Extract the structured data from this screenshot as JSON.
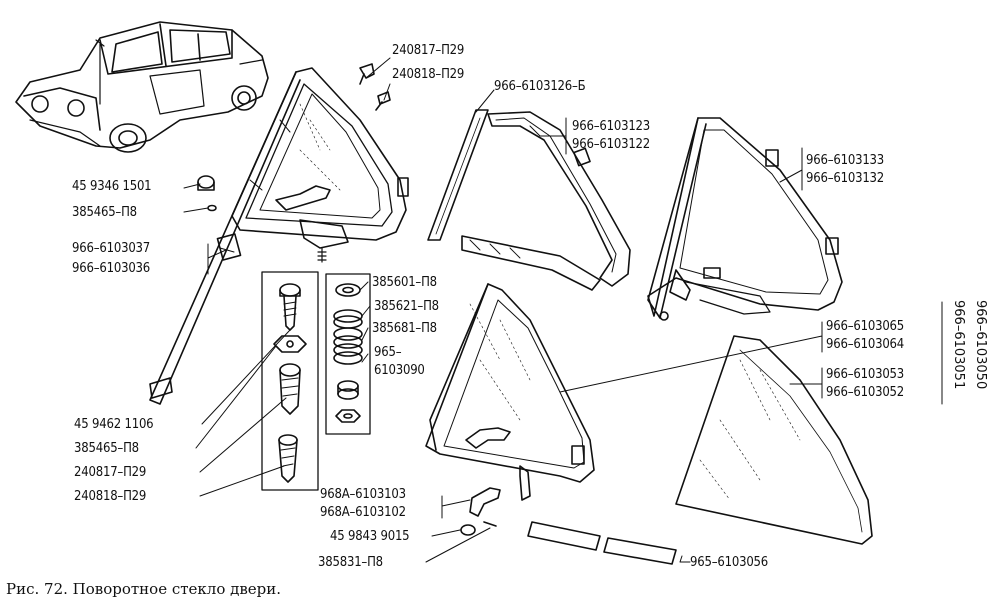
{
  "caption": "Рис. 72. Поворотное стекло двери.",
  "labels": {
    "l240817_top": "240817–П29",
    "l240818_top": "240818–П29",
    "l6103126": "966–6103126–Б",
    "l6103123": "966–6103123",
    "l6103122": "966–6103122",
    "l6103133": "966–6103133",
    "l6103132": "966–6103132",
    "l459346": "45 9346 1501",
    "l385465_a": "385465–П8",
    "l6103037": "966–6103037",
    "l6103036": "966–6103036",
    "l385601": "385601–П8",
    "l385621": "385621–П8",
    "l385681": "385681–П8",
    "l965a": "965–",
    "l6103090": "6103090",
    "l6103065": "966–6103065",
    "l6103064": "966–6103064",
    "l6103053": "966–6103053",
    "l6103052": "966–6103052",
    "l6103051": "966–6103051",
    "l6103050": "966–6103050",
    "l459462": "45 9462 1106",
    "l385465_b": "385465–П8",
    "l240817_b": "240817–П29",
    "l240818_b": "240818–П29",
    "l968a_103": "968А–6103103",
    "l968a_102": "968А–6103102",
    "l459843": "45 9843 9015",
    "l385831": "385831–П8",
    "l6103056": "965–6103056"
  }
}
